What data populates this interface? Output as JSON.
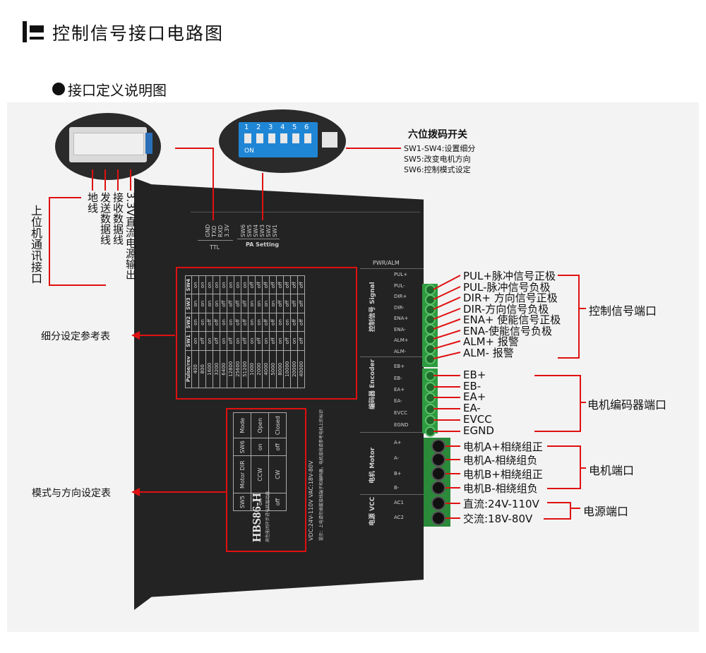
{
  "header": {
    "title": "控制信号接口电路图",
    "subtitle": "接口定义说明图"
  },
  "dip": {
    "title": "六位拨码开关",
    "lines": [
      "SW1-SW4:设置细分",
      "SW5:改变电机方向",
      "SW6:控制模式设定"
    ],
    "numbers": [
      "1",
      "2",
      "3",
      "4",
      "5",
      "6"
    ],
    "on_label": "ON"
  },
  "comm": {
    "title": "上位机通讯接口",
    "pins": [
      "地线",
      "发送数据线",
      "接收数据线",
      "3.3V直流电源输出"
    ]
  },
  "tables": {
    "subdivision": "细分设定参考表",
    "mode": "模式与方向设定表"
  },
  "driver": {
    "model": "HBS86-H",
    "model_sub": "高性能闭环步进电机驱动器",
    "pwr_alm": "PWR/ALM",
    "ttl_pins": [
      "GND",
      "TXD",
      "RXD",
      "3.3V"
    ],
    "ttl_label": "TTL",
    "pa_pins": [
      "SW6",
      "SW5",
      "SW4",
      "SW3",
      "SW2",
      "SW1"
    ],
    "pa_label": "PA Setting",
    "signal_label": "控制信号 Signal",
    "encoder_label": "编码器 Encoder",
    "motor_label": "电机 Motor",
    "vcc_label": "电源 VCC",
    "voltage": "VDC:24V-110V  VAC:18V-80V",
    "note": "提示：上电请勿插拔接线端子和编码器，电机接线请参考电机上的标识",
    "sig_pins": [
      "PUL+",
      "PUL-",
      "DIR+",
      "DIR-",
      "ENA+",
      "ENA-",
      "ALM+",
      "ALM-"
    ],
    "enc_pins": [
      "EB+",
      "EB-",
      "EA+",
      "EA-",
      "EVCC",
      "EGND"
    ],
    "mot_pins": [
      "A+",
      "A-",
      "B+",
      "B-"
    ],
    "pwr_pins": [
      "AC1",
      "AC2"
    ],
    "sub_table": {
      "headers": [
        "Pulse/rev",
        "SW1",
        "SW2",
        "SW3",
        "SW4"
      ],
      "title": "Pulse/rev Table",
      "rows": [
        [
          "400",
          "on",
          "on",
          "on",
          "on"
        ],
        [
          "800",
          "off",
          "on",
          "on",
          "on"
        ],
        [
          "1600",
          "on",
          "off",
          "on",
          "on"
        ],
        [
          "3200",
          "off",
          "off",
          "on",
          "on"
        ],
        [
          "6400",
          "on",
          "on",
          "off",
          "on"
        ],
        [
          "12800",
          "off",
          "on",
          "off",
          "on"
        ],
        [
          "25600",
          "on",
          "off",
          "off",
          "on"
        ],
        [
          "51200",
          "off",
          "off",
          "off",
          "on"
        ],
        [
          "1000",
          "on",
          "on",
          "on",
          "off"
        ],
        [
          "2000",
          "off",
          "on",
          "on",
          "off"
        ],
        [
          "4000",
          "on",
          "off",
          "on",
          "off"
        ],
        [
          "5000",
          "off",
          "off",
          "on",
          "off"
        ],
        [
          "8000",
          "on",
          "on",
          "off",
          "off"
        ],
        [
          "10000",
          "off",
          "on",
          "off",
          "off"
        ],
        [
          "20000",
          "on",
          "off",
          "off",
          "off"
        ],
        [
          "40000",
          "off",
          "off",
          "off",
          "off"
        ]
      ]
    },
    "mode_table": {
      "rows": [
        [
          "SW5",
          "Motor DIR",
          "SW6",
          "Mode"
        ],
        [
          "on",
          "CCW",
          "on",
          "Open"
        ],
        [
          "off",
          "CW",
          "off",
          "Closed"
        ]
      ]
    }
  },
  "signals": {
    "group": "控制信号端口",
    "items": [
      "PUL+脉冲信号正极",
      "PUL-脉冲信号负极",
      "DIR+ 方向信号正极",
      "DIR-方向信号负极",
      "ENA+ 使能信号正极",
      "ENA-使能信号负极",
      "ALM+ 报警",
      "ALM- 报警"
    ]
  },
  "encoder": {
    "group": "电机编码器端口",
    "items": [
      "EB+",
      "EB-",
      "EA+",
      "EA-",
      "EVCC",
      "EGND"
    ]
  },
  "motor": {
    "group": "电机端口",
    "items": [
      "电机A+相绕组正",
      "电机A-相绕组负",
      "电机B+相绕组正",
      "电机B-相绕组负"
    ]
  },
  "power": {
    "group": "电源端口",
    "items": [
      "直流:24V-110V",
      "交流:18V-80V"
    ]
  },
  "colors": {
    "accent_red": "#e01010",
    "terminal_green": "#2e9b40",
    "driver_black": "#232323"
  }
}
